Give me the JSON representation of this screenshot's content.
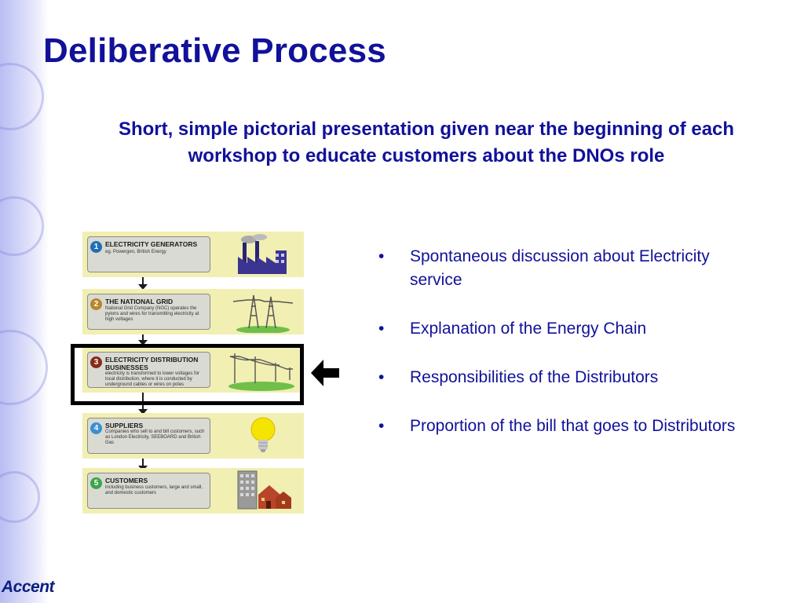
{
  "slide": {
    "title": "Deliberative Process",
    "subtitle": "Short, simple pictorial presentation given near the beginning of each workshop to educate customers about the DNOs role"
  },
  "diagram": {
    "stages": [
      {
        "number": "1",
        "title": "ELECTRICITY GENERATORS",
        "desc": "eg. Powergen, British Energy",
        "color": "#1f6fb5",
        "icon": "factory-icon"
      },
      {
        "number": "2",
        "title": "THE NATIONAL GRID",
        "desc": "National Grid Company (NGC) operates the pylons and wires for transmitting electricity at high voltages",
        "color": "#b8862a",
        "icon": "pylon-icon"
      },
      {
        "number": "3",
        "title": "ELECTRICITY DISTRIBUTION BUSINESSES",
        "desc": "electricity is transformed to lower voltages for local distribution, where it is conducted by underground cables or wires on poles",
        "color": "#8a2a1a",
        "icon": "poles-icon"
      },
      {
        "number": "4",
        "title": "SUPPLIERS",
        "desc": "Companies who sell to and bill customers, such as London Electricity, SEEBOARD and British Gas",
        "color": "#3a8fd0",
        "icon": "lightbulb-icon"
      },
      {
        "number": "5",
        "title": "CUSTOMERS",
        "desc": "including business customers, large and small, and domestic customers",
        "color": "#3aa64a",
        "icon": "buildings-icon"
      }
    ]
  },
  "bullets": [
    "Spontaneous discussion about Electricity service",
    "Explanation of the Energy Chain",
    "Responsibilities of the Distributors",
    "Proportion of the bill that goes to Distributors"
  ],
  "bullet_char": "•",
  "logo": "Accent",
  "colors": {
    "title": "#11119a",
    "stage_bg": "#f1efb2",
    "box_bg": "#d9dad2"
  }
}
